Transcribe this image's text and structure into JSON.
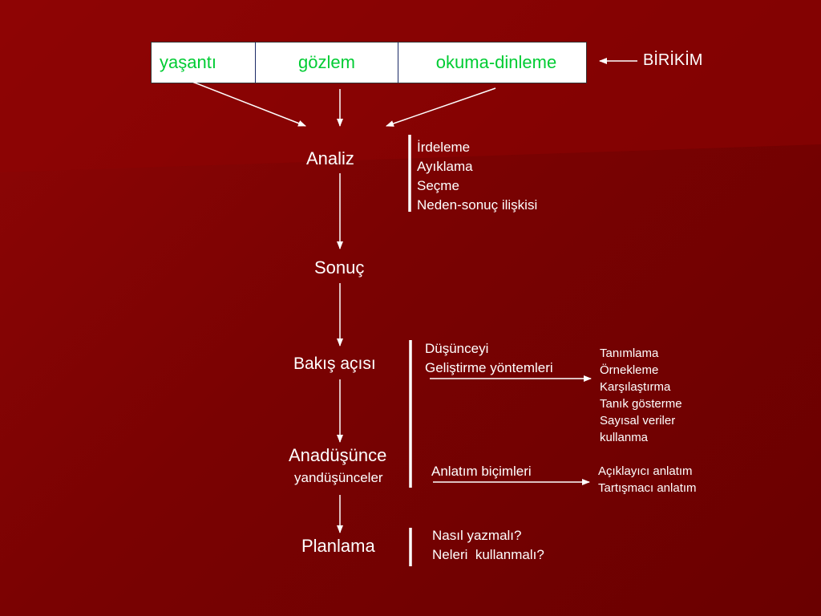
{
  "source_box": {
    "cells": [
      "yaşantı",
      "gözlem",
      "okuma-dinleme"
    ]
  },
  "birikim_label": "BİRİKİM",
  "nodes": {
    "analiz": "Analiz",
    "sonuc": "Sonuç",
    "bakis": "Bakış açısı",
    "anadusunce": "Anadüşünce",
    "yandusunceler": "yandüşünceler",
    "planlama": "Planlama"
  },
  "analiz_details": [
    "İrdeleme",
    "Ayıklama",
    "Seçme",
    "Neden-sonuç ilişkisi"
  ],
  "dusunceyi": [
    "Düşünceyi",
    "Geliştirme yöntemleri"
  ],
  "gelistirme_methods": [
    "Tanımlama",
    "Örnekleme",
    "Karşılaştırma",
    "Tanık gösterme",
    "Sayısal veriler",
    "kullanma"
  ],
  "anlatim_label": "Anlatım biçimleri",
  "anlatim_types": [
    "Açıklayıcı anlatım",
    "Tartışmacı anlatım"
  ],
  "planlama_questions": [
    "Nasıl yazmalı?",
    "Neleri  kullanmalı?"
  ],
  "colors": {
    "background": "#7a0000",
    "box_text": "#00cc33",
    "text": "#ffffff"
  }
}
